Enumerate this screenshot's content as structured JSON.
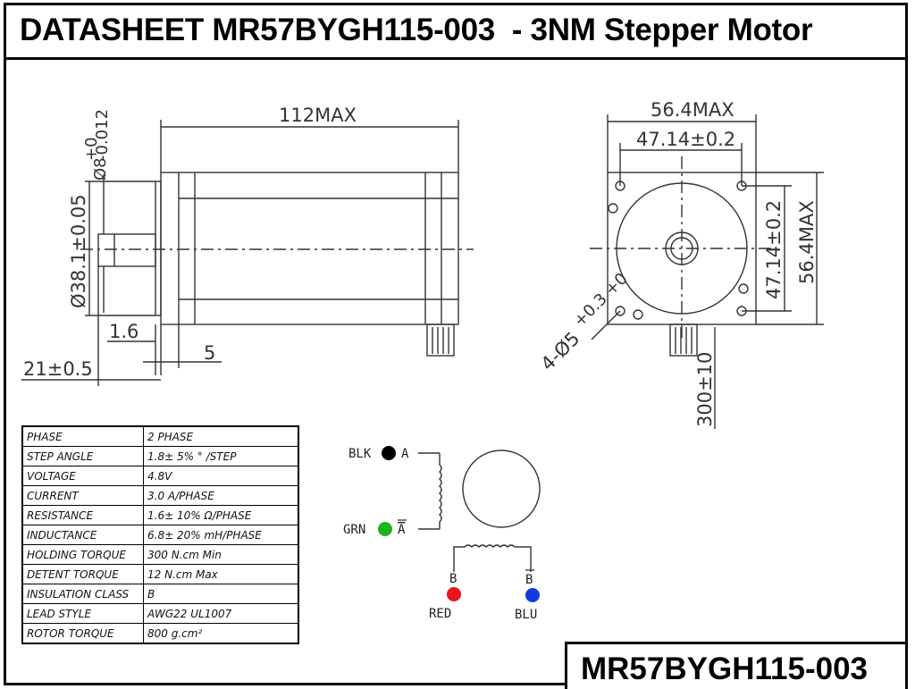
{
  "header": {
    "title": "DATASHEET MR57BYGH115-003  - 3NM Stepper Motor"
  },
  "footer": {
    "model": "MR57BYGH115-003"
  },
  "drawing": {
    "side_view": {
      "length": "112MAX",
      "shaft_dia": "Ø8",
      "shaft_tol_upper": "+0",
      "shaft_tol_lower": "-0.012",
      "pilot_dia": "Ø38.1±0.05",
      "flange": "1.6",
      "pilot_depth": "5",
      "shaft_len": "21±0.5"
    },
    "front_view": {
      "width": "56.4MAX",
      "hole_pitch_h": "47.14±0.2",
      "hole_pitch_v": "47.14±0.2",
      "height": "56.4MAX",
      "holes": "4-Ø5",
      "holes_tol": "+0.3 +0",
      "lead_len": "300±10"
    }
  },
  "specs": [
    {
      "key": "PHASE",
      "value": "2  PHASE"
    },
    {
      "key": "STEP ANGLE",
      "value": "1.8± 5% ° /STEP"
    },
    {
      "key": "VOLTAGE",
      "value": "4.8V"
    },
    {
      "key": "CURRENT",
      "value": "3.0 A/PHASE"
    },
    {
      "key": "RESISTANCE",
      "value": "1.6± 10%  Ω/PHASE"
    },
    {
      "key": "INDUCTANCE",
      "value": "6.8± 20% mH/PHASE"
    },
    {
      "key": "HOLDING TORQUE",
      "value": "300 N.cm Min"
    },
    {
      "key": "DETENT TORQUE",
      "value": "12 N.cm Max"
    },
    {
      "key": "INSULATION CLASS",
      "value": "B"
    },
    {
      "key": "LEAD STYLE",
      "value": "AWG22 UL1007"
    },
    {
      "key": "ROTOR TORQUE",
      "value": "800 g.cm²"
    }
  ],
  "wiring": {
    "blk": "BLK",
    "a": "A",
    "grn": "GRN",
    "a_bar": "A",
    "b": "B",
    "red": "RED",
    "b_bar": "B",
    "blu": "BLU",
    "colors": {
      "black": "#000000",
      "green": "#1db31d",
      "red": "#e8141e",
      "blue": "#1438e0"
    }
  }
}
